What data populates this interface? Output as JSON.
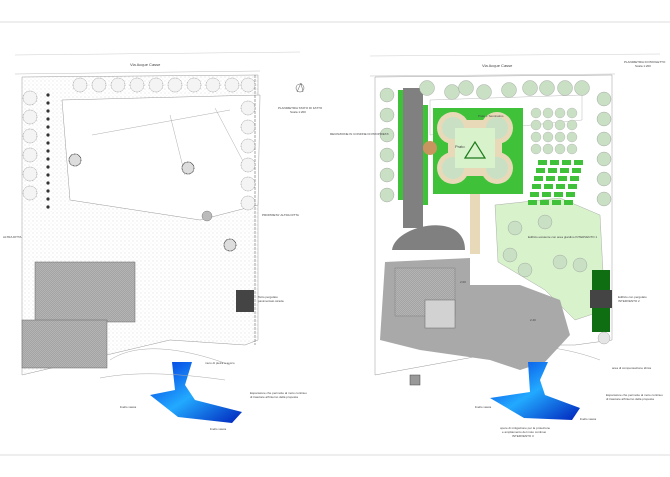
{
  "left_plan": {
    "street": "Via Acque Casse",
    "title": "PLANIMETRIA STATO DI FATTO",
    "scale": "Scala 1:200",
    "label_other_property": "PROPRIETA' ALTRA DITTA",
    "label_roof": "Tetto pergolato",
    "label_roof_2": "pavimentato strada",
    "label_expansion": "Espansione che permette al moto continuo",
    "label_expansion_2": "di trasciare all'interno della proposta",
    "label_level": "livello vasca",
    "label_level_2": "livello vasca",
    "label_left_edge": "ALTRA DITTA",
    "label_stone_wall": "muro di pietra a secco"
  },
  "right_plan": {
    "street": "Via Acque Casse",
    "title": "PLANIMETRIA DI PROGETTO",
    "scale": "Scala 1:200",
    "label_lawn": "Prato",
    "label_meadow": "Prato + Seminativo",
    "label_garden_building": "Edificio esistente con area giardino INTERVENTO 1",
    "label_pergola": "Edificio con pergolato",
    "label_pergola_2": "INTERVENTO 2",
    "label_compensation": "area di compensazione idrica",
    "label_expansion": "Espansione che permette al moto continuo",
    "label_expansion_2": "di trasciare all'interno della proposta",
    "label_mitigation": "opere di mitigazione per la protezione",
    "label_mitigation_2": "e ampliamento del moto continuo",
    "label_mitigation_3": "INTERVENTO 3",
    "label_level": "livello vasca",
    "label_level_2": "livello vasca",
    "label_boundary": "RECINZIONE IN CONFINE DI PROPRIETA'",
    "elev_1": "2.00",
    "elev_2": "2.40"
  },
  "colors": {
    "lawn": "#3fc23a",
    "light_lawn": "#d8f2cc",
    "tree": "#c9e0c4",
    "path": "#808080",
    "building": "#a9a9a9",
    "water": "#1a6cff",
    "dark_green": "#0f6d12",
    "terracotta": "#c9955e"
  }
}
